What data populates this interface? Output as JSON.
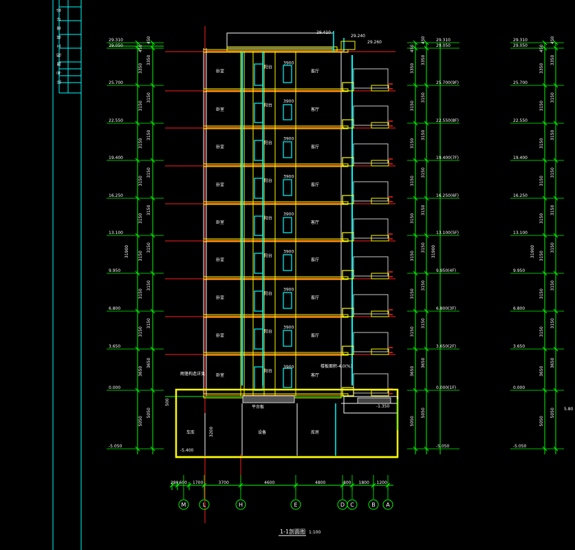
{
  "drawing": {
    "title": "1-1剖面图",
    "scale": "1:100",
    "colors": {
      "background": "#000000",
      "green": "#00ff00",
      "red": "#ff2020",
      "yellow": "#ffff00",
      "cyan": "#00ffff",
      "white": "#ffffff",
      "orange": "#ff9900"
    }
  },
  "levels_left": [
    "29.310",
    "29.050",
    "25.700",
    "22.550",
    "19.400",
    "16.250",
    "13.100",
    "9.950",
    "6.800",
    "3.650",
    "0.000",
    "-5.050"
  ],
  "levels_right": [
    "29.310",
    "29.050",
    "25.700(9F)",
    "22.550(8F)",
    "19.400(7F)",
    "16.250(6F)",
    "13.100(5F)",
    "9.950(4F)",
    "6.800(3F)",
    "3.650(2F)",
    "0.000(1F)",
    "-5.050"
  ],
  "levels_far": [
    "29.310",
    "29.050",
    "25.700",
    "22.550",
    "19.400",
    "16.250",
    "13.100",
    "9.950",
    "6.800",
    "3.650",
    "0.000",
    "-5.050"
  ],
  "dims_left": [
    "450",
    "3350",
    "3150",
    "3150",
    "3150",
    "3150",
    "3150",
    "3150",
    "3150",
    "3650",
    "5050"
  ],
  "dims_total": "31900",
  "roof_labels": {
    "r1": "29.410",
    "r2": "29.240",
    "r3": "29.260"
  },
  "rooms": {
    "left": "卧室",
    "mid": "阳台",
    "right": "客厅",
    "basement_a": "车库",
    "basement_b": "设备",
    "basement_c": "库房"
  },
  "notes": {
    "canopy": "雨篷构造详见",
    "slab": "楼板面积-4.0(%)",
    "landing": "平台板",
    "pit": "-1.350",
    "bottom": "-5.400",
    "base_h": "3200",
    "h500": "500",
    "right_mark": "5.80"
  },
  "axes_dims": [
    "280",
    "600",
    "1700",
    "3700",
    "4600",
    "4800",
    "800",
    "1800",
    "1200"
  ],
  "axes": [
    "M",
    "L",
    "H",
    "E",
    "D",
    "C",
    "B",
    "A"
  ]
}
